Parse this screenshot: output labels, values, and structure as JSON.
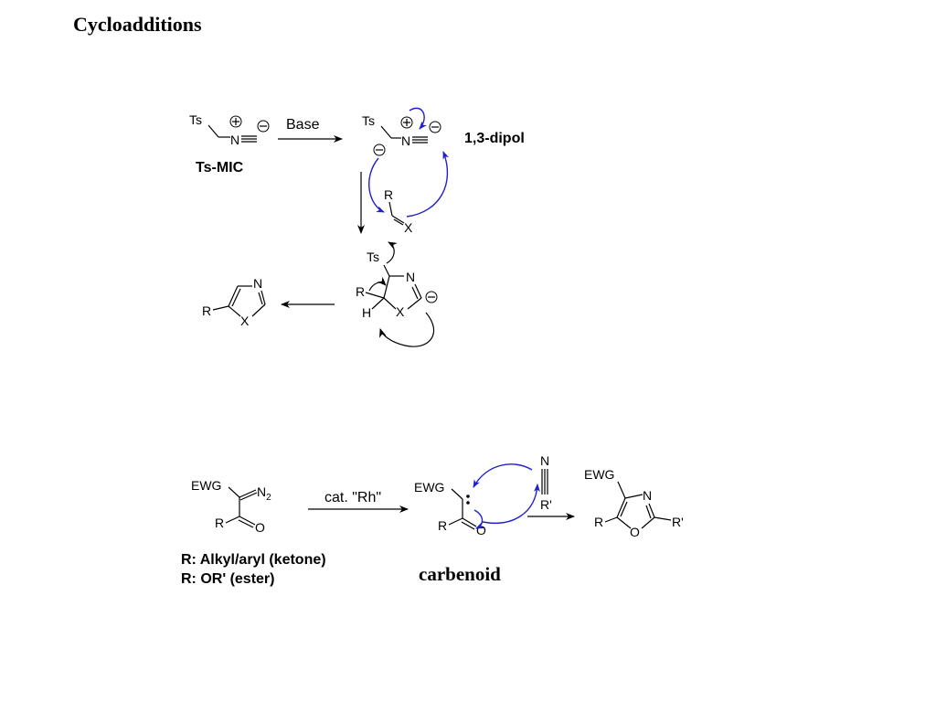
{
  "title": "Cycloadditions",
  "colors": {
    "curved_arrow": "#1f1fd0",
    "text": "#000000"
  },
  "scheme1": {
    "reagent": {
      "ts": "Ts",
      "n": "N",
      "name": "Ts-MIC"
    },
    "arrow_label": "Base",
    "dipole": {
      "ts": "Ts",
      "n": "N",
      "label": "1,3-dipol"
    },
    "alkene": {
      "r": "R",
      "x": "X"
    },
    "intermediate": {
      "ts": "Ts",
      "n": "N",
      "r": "R",
      "h": "H",
      "x": "X"
    },
    "product": {
      "r": "R",
      "n": "N",
      "x": "X"
    }
  },
  "scheme2": {
    "diazo": {
      "ewg": "EWG",
      "n2": "N",
      "n2_sub": "2",
      "r": "R",
      "o": "O"
    },
    "arrow_label": "cat. \"Rh\"",
    "r_notes": [
      "R: Alkyl/aryl (ketone)",
      "R: OR' (ester)"
    ],
    "carbenoid": {
      "ewg": "EWG",
      "r": "R",
      "o": "O",
      "label": "carbenoid"
    },
    "nitrile": {
      "n": "N",
      "r": "R'"
    },
    "oxazole": {
      "ewg": "EWG",
      "n": "N",
      "r": "R",
      "o": "O",
      "r2": "R'"
    }
  }
}
